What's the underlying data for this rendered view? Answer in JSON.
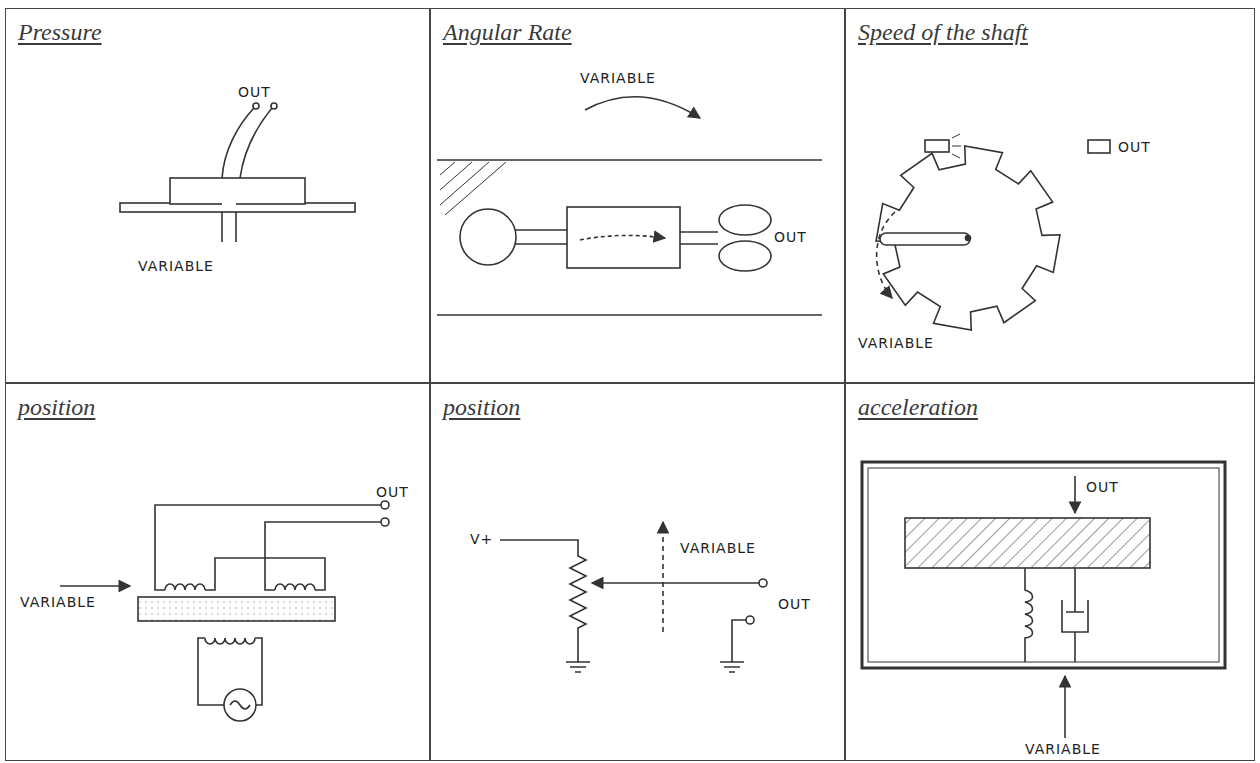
{
  "diagram": {
    "nodes": [
      {
        "text": [
          "Pressure"
        ]
      },
      {
        "text": [
          "Angular Rate"
        ]
      },
      {
        "text": [
          "Speed of the shaft"
        ]
      },
      {
        "text": [
          "position"
        ]
      },
      {
        "text": [
          "position"
        ]
      },
      {
        "text": [
          "acceleration"
        ]
      }
    ],
    "labels": [
      "OUT",
      "VARIABLE",
      "VARIABLE",
      "OUT",
      "OUT",
      "VARIABLE",
      "OUT",
      "VARIABLE",
      "V+",
      "VARIABLE",
      "OUT",
      "OUT",
      "VARIABLE"
    ]
  }
}
